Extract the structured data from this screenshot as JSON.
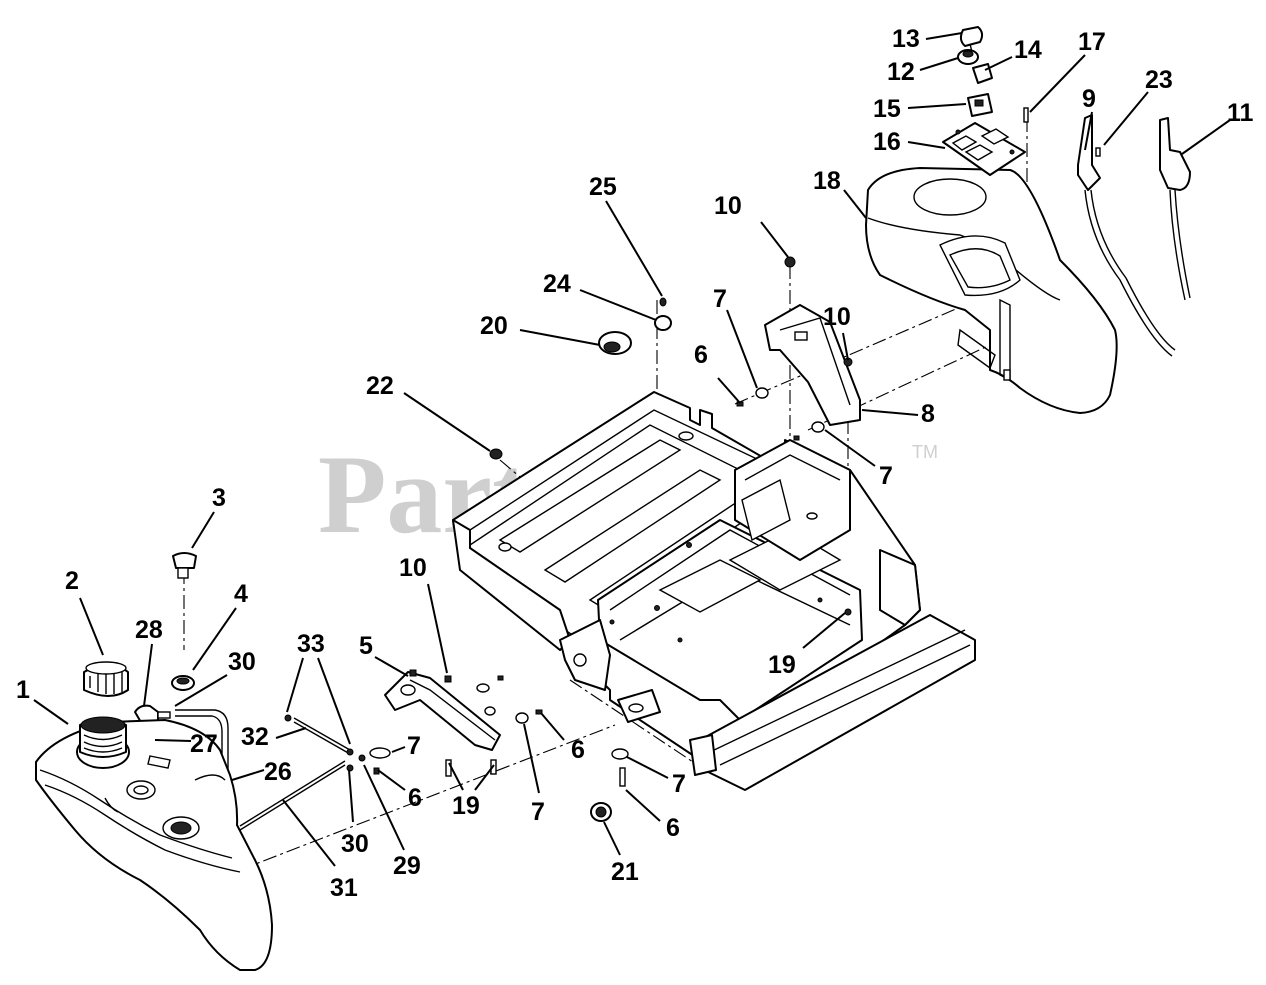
{
  "watermark": {
    "text": "PartsTree",
    "tm": "TM"
  },
  "callouts": [
    {
      "id": "c1",
      "label": "1"
    },
    {
      "id": "c2",
      "label": "2"
    },
    {
      "id": "c3",
      "label": "3"
    },
    {
      "id": "c4",
      "label": "4"
    },
    {
      "id": "c5",
      "label": "5"
    },
    {
      "id": "c6a",
      "label": "6"
    },
    {
      "id": "c6b",
      "label": "6"
    },
    {
      "id": "c6c",
      "label": "6"
    },
    {
      "id": "c6d",
      "label": "6"
    },
    {
      "id": "c7a",
      "label": "7"
    },
    {
      "id": "c7b",
      "label": "7"
    },
    {
      "id": "c7c",
      "label": "7"
    },
    {
      "id": "c7d",
      "label": "7"
    },
    {
      "id": "c7e",
      "label": "7"
    },
    {
      "id": "c8",
      "label": "8"
    },
    {
      "id": "c9",
      "label": "9"
    },
    {
      "id": "c10a",
      "label": "10"
    },
    {
      "id": "c10b",
      "label": "10"
    },
    {
      "id": "c10c",
      "label": "10"
    },
    {
      "id": "c11",
      "label": "11"
    },
    {
      "id": "c12",
      "label": "12"
    },
    {
      "id": "c13",
      "label": "13"
    },
    {
      "id": "c14",
      "label": "14"
    },
    {
      "id": "c15",
      "label": "15"
    },
    {
      "id": "c16",
      "label": "16"
    },
    {
      "id": "c17",
      "label": "17"
    },
    {
      "id": "c18",
      "label": "18"
    },
    {
      "id": "c19a",
      "label": "19"
    },
    {
      "id": "c19b",
      "label": "19"
    },
    {
      "id": "c20",
      "label": "20"
    },
    {
      "id": "c21",
      "label": "21"
    },
    {
      "id": "c22",
      "label": "22"
    },
    {
      "id": "c23",
      "label": "23"
    },
    {
      "id": "c24",
      "label": "24"
    },
    {
      "id": "c25",
      "label": "25"
    },
    {
      "id": "c26",
      "label": "26"
    },
    {
      "id": "c27",
      "label": "27"
    },
    {
      "id": "c28",
      "label": "28"
    },
    {
      "id": "c29",
      "label": "29"
    },
    {
      "id": "c30a",
      "label": "30"
    },
    {
      "id": "c30b",
      "label": "30"
    },
    {
      "id": "c31",
      "label": "31"
    },
    {
      "id": "c32",
      "label": "32"
    },
    {
      "id": "c33",
      "label": "33"
    }
  ]
}
